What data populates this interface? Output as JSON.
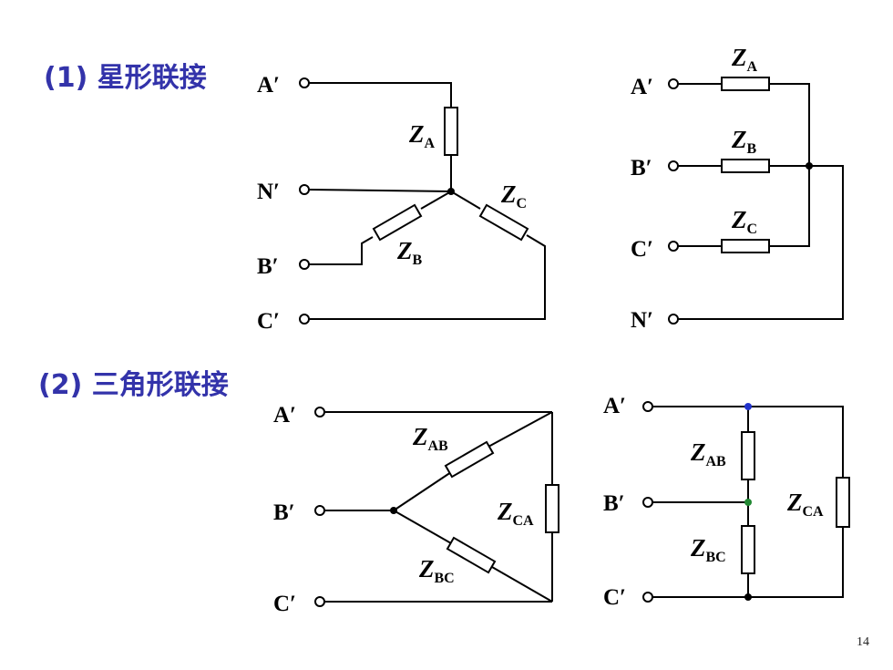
{
  "section1": {
    "title": "(1) 星形联接"
  },
  "section2": {
    "title": "(2) 三角形联接"
  },
  "terminals": {
    "a": "A′",
    "b": "B′",
    "c": "C′",
    "n": "N′"
  },
  "impedance": {
    "symbol": "Z",
    "a": "A",
    "b": "B",
    "c": "C",
    "ab": "AB",
    "bc": "BC",
    "ca": "CA"
  },
  "page_number": "14",
  "colors": {
    "heading": "#3333aa",
    "node_ab": "#2233cc",
    "node_bc": "#228833"
  }
}
